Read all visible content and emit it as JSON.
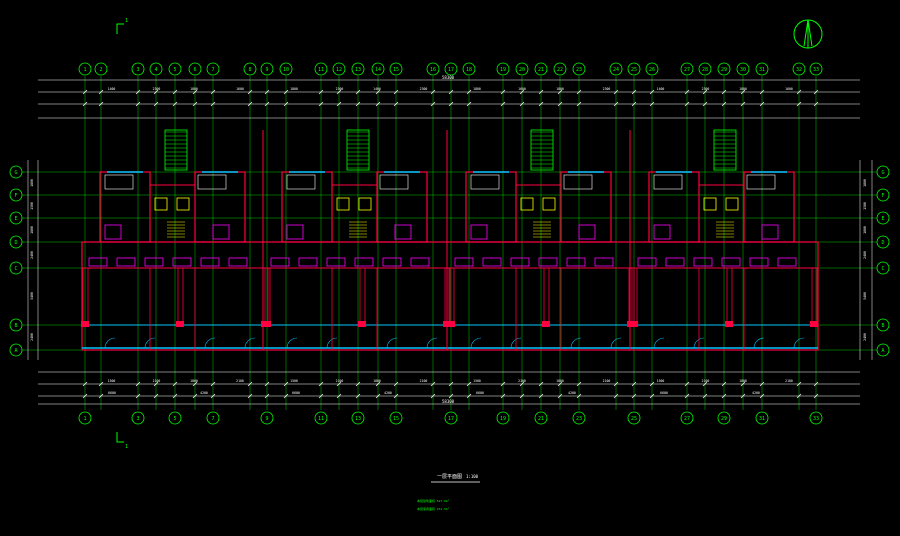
{
  "drawing": {
    "title": "一层平面图",
    "scale": "1:100",
    "notes": [
      "本层建筑面积 527.6m²",
      "本层使用面积 431.5m²"
    ],
    "section_mark": "1"
  },
  "axes": {
    "top": [
      "1",
      "2",
      "3",
      "4",
      "5",
      "6",
      "7",
      "8",
      "9",
      "10",
      "11",
      "12",
      "13",
      "14",
      "15",
      "16",
      "17",
      "18",
      "19",
      "20",
      "21",
      "22",
      "23",
      "24",
      "25",
      "26",
      "27",
      "28",
      "29",
      "30",
      "31",
      "32",
      "33"
    ],
    "bottom": [
      "1",
      "3",
      "5",
      "7",
      "9",
      "11",
      "13",
      "15",
      "17",
      "19",
      "21",
      "23",
      "25",
      "27",
      "29",
      "31",
      "33"
    ],
    "sides": [
      "G",
      "F",
      "E",
      "D",
      "C",
      "B",
      "A"
    ]
  },
  "dimensions": {
    "overall": "58300",
    "top_row": [
      "1400",
      "2300",
      "1800",
      "1600",
      "1800",
      "2300",
      "1400",
      "2300",
      "1800",
      "1600",
      "1800",
      "2300",
      "1400",
      "2300",
      "1800",
      "1600"
    ],
    "bottom_row": [
      "1500",
      "2100",
      "1800",
      "2100",
      "1500",
      "2100",
      "1800",
      "2100",
      "1500",
      "2100",
      "1800",
      "2100",
      "1500",
      "2100",
      "1800",
      "2100"
    ],
    "bottom_segments": [
      "6600",
      "4200",
      "6600",
      "4200",
      "6600",
      "4200",
      "6600",
      "4200"
    ],
    "side": [
      "1800",
      "1500",
      "1800",
      "2400",
      "5400",
      "2400"
    ]
  },
  "colors": {
    "background": "#000000",
    "axis": "#00ff00",
    "dimension": "#ffffff",
    "wall": "#ff0040",
    "furniture": "#ff00ff",
    "window": "#00c8ff",
    "stair": "#ffff00",
    "label": "#ffffff"
  }
}
